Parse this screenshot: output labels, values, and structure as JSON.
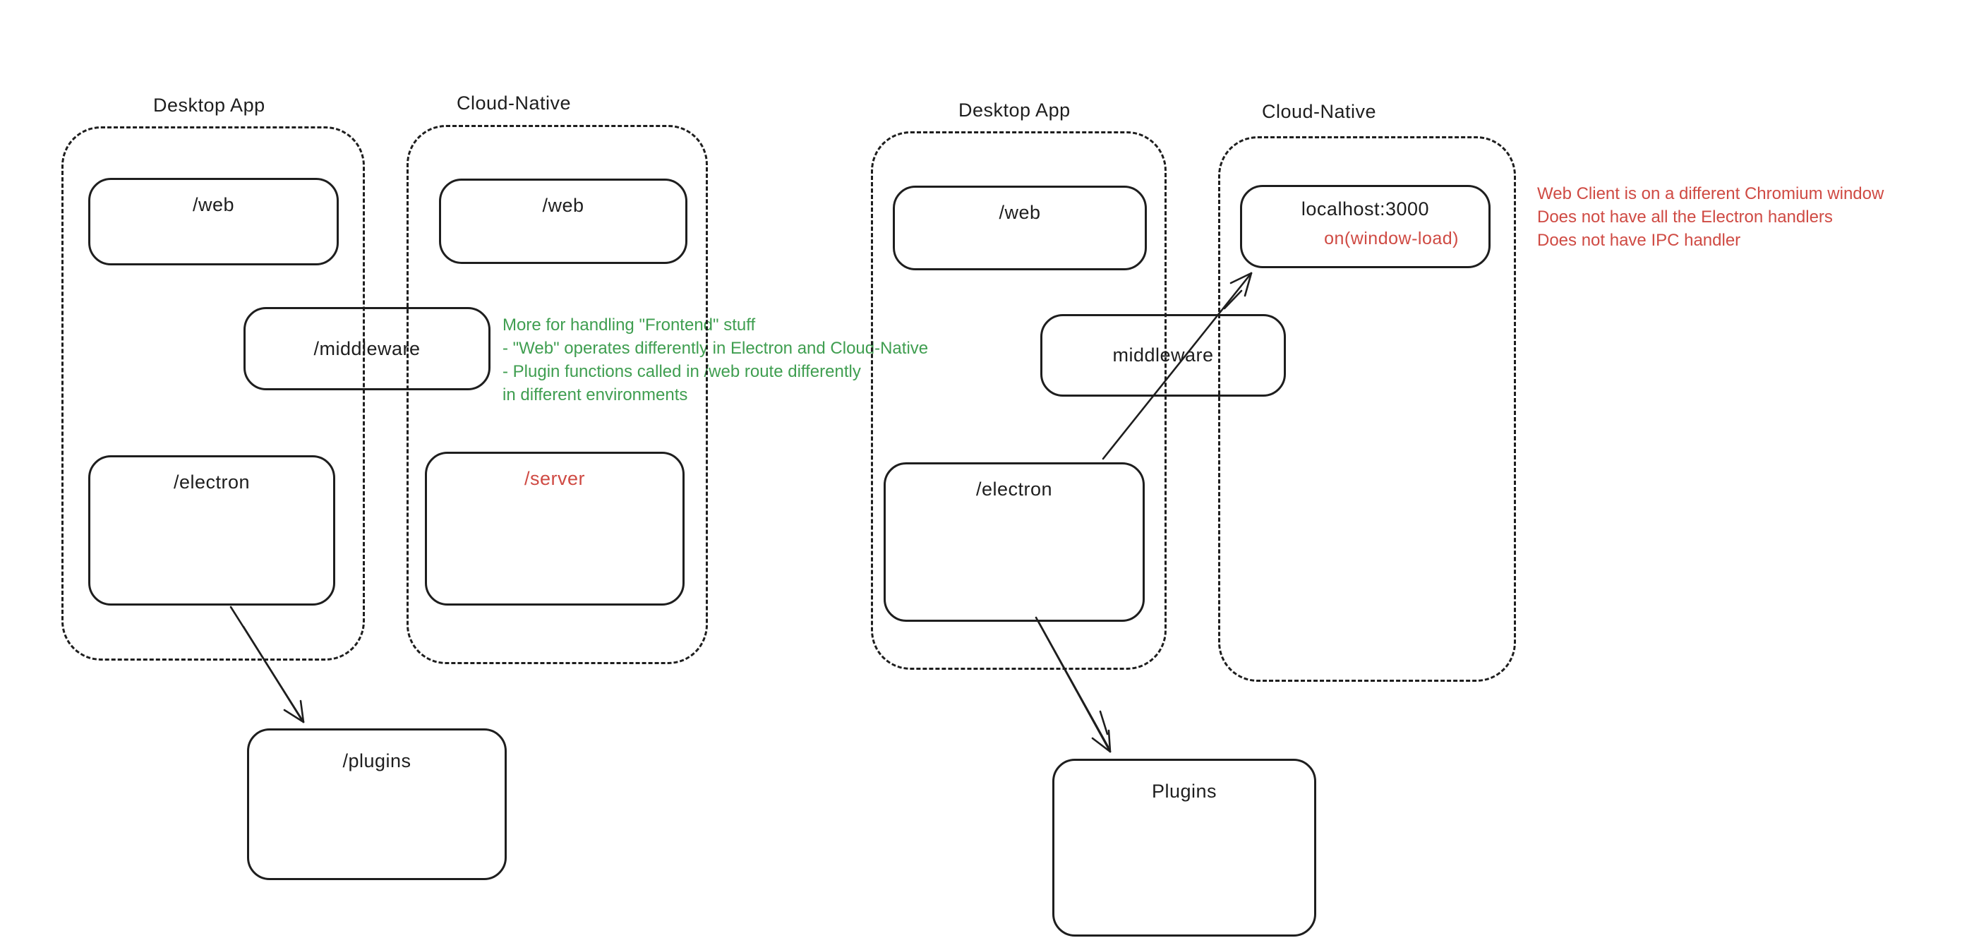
{
  "colors": {
    "ink": "#1e1e1e",
    "red": "#cf4a43",
    "green": "#3f9e50",
    "background": "#ffffff"
  },
  "left_diagram": {
    "desktop_app": {
      "label": "Desktop App",
      "web_label": "/web",
      "electron_label": "/electron"
    },
    "cloud_native": {
      "label": "Cloud-Native",
      "web_label": "/web",
      "server_label": "/server"
    },
    "middleware_label": "/middleware",
    "plugins_label": "/plugins",
    "note_green": {
      "lines": [
        "More for handling \"Frontend\" stuff",
        "- \"Web\" operates differently in Electron and Cloud-Native",
        "- Plugin functions called in /web route differently",
        "in different environments"
      ]
    }
  },
  "right_diagram": {
    "desktop_app": {
      "label": "Desktop App",
      "web_label": "/web",
      "electron_label": "/electron"
    },
    "cloud_native": {
      "label": "Cloud-Native",
      "localhost_label": "localhost:3000",
      "on_window_load_label": "on(window-load)"
    },
    "middleware_label": "middleware",
    "plugins_label": "Plugins",
    "note_red": {
      "lines": [
        "Web Client is on a different Chromium window",
        "Does not have all the Electron handlers",
        "Does not have IPC handler"
      ]
    }
  }
}
